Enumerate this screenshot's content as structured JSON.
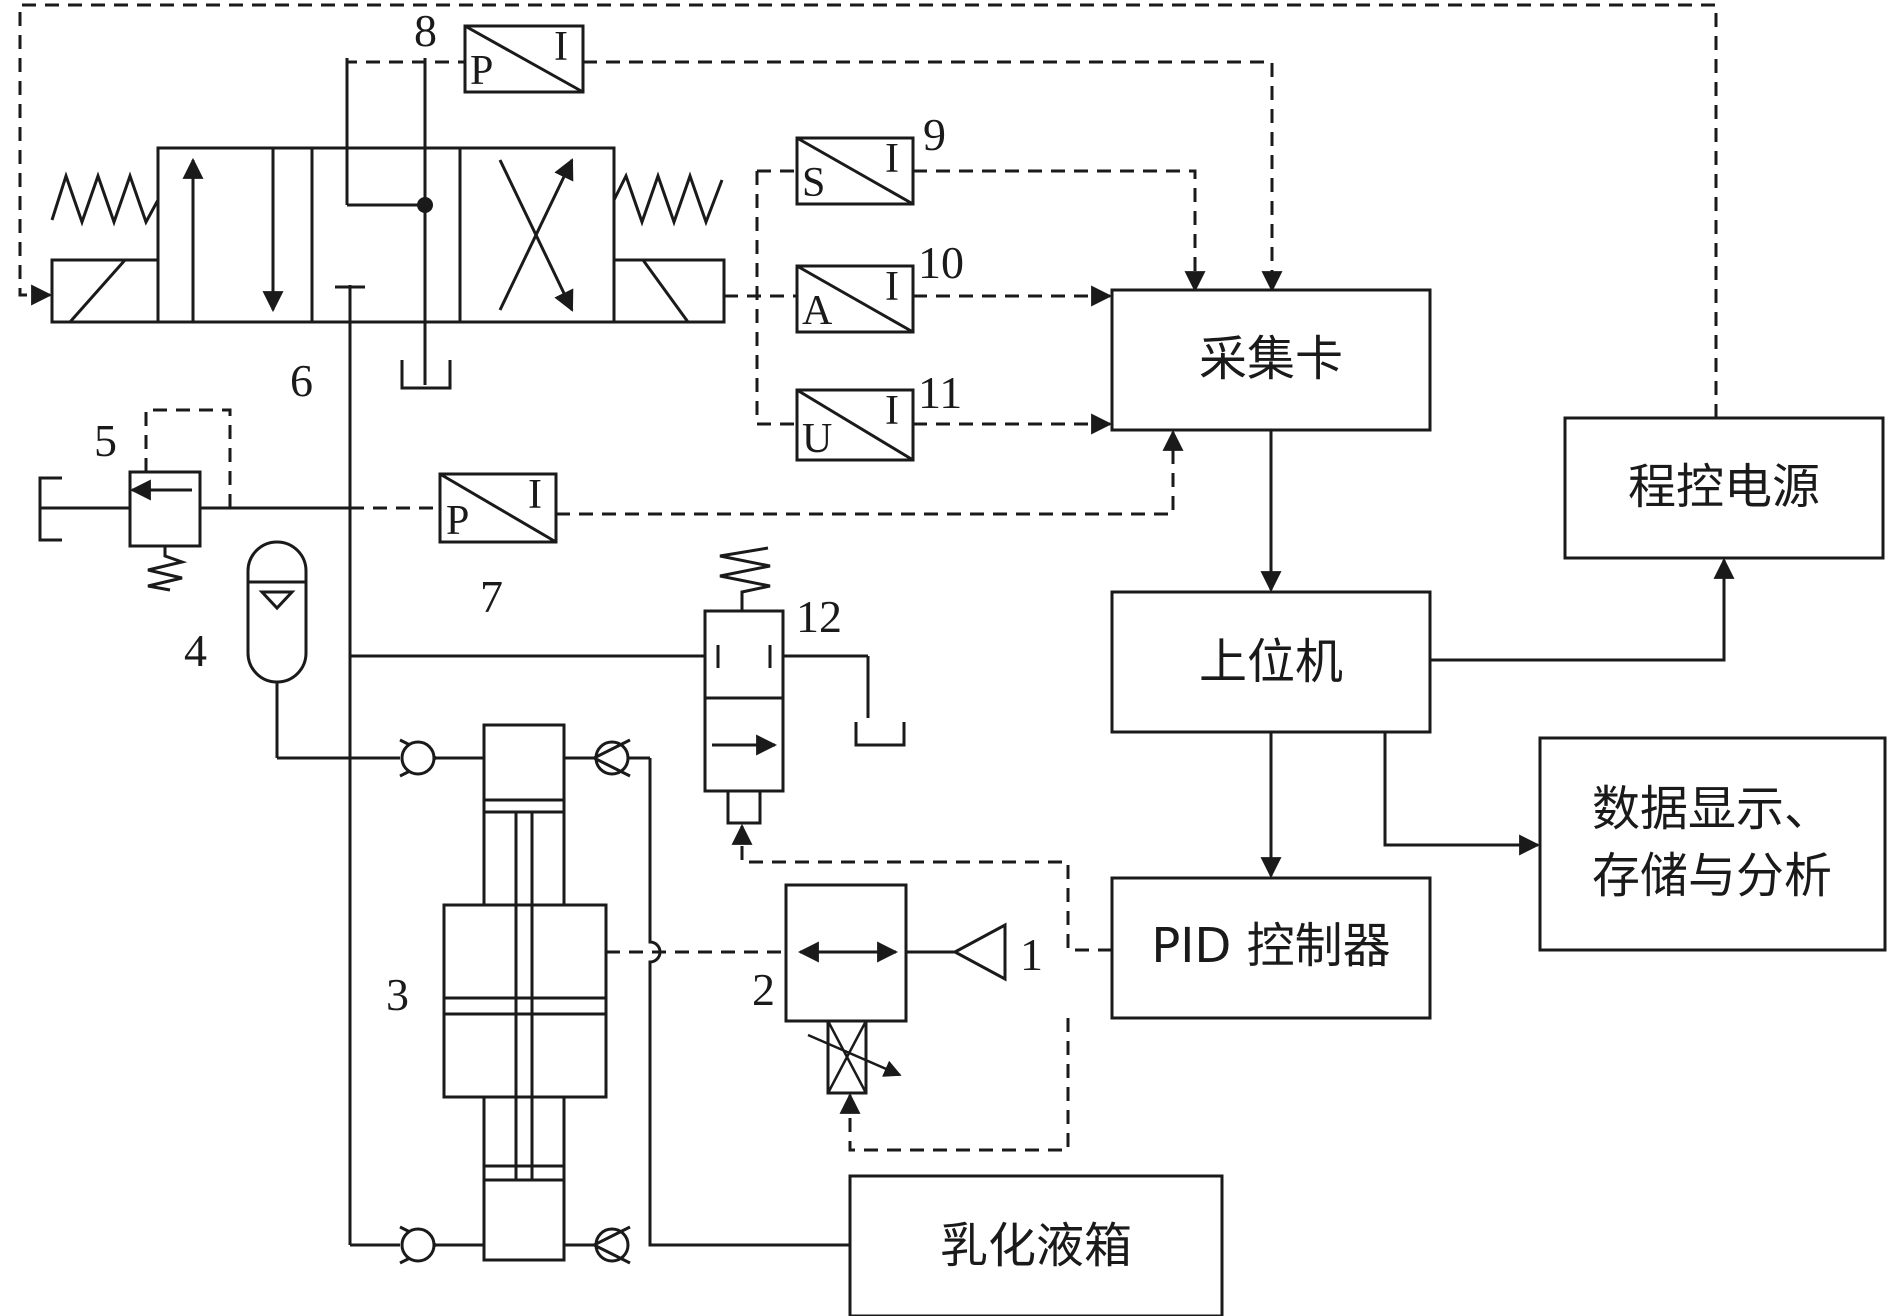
{
  "blocks": {
    "daq_card": "采集卡",
    "host_pc": "上位机",
    "pid_controller": "PID 控制器",
    "programmable_power": "程控电源",
    "data_display_line1": "数据显示、",
    "data_display_line2": "存储与分析",
    "emulsion_tank": "乳化液箱"
  },
  "component_numbers": {
    "n1": "1",
    "n2": "2",
    "n3": "3",
    "n4": "4",
    "n5": "5",
    "n6": "6",
    "n7": "7",
    "n8": "8",
    "n9": "9",
    "n10": "10",
    "n11": "11",
    "n12": "12"
  },
  "transducers": {
    "pi_top": {
      "in": "P",
      "out": "I"
    },
    "pi_mid": {
      "in": "P",
      "out": "I"
    },
    "si": {
      "in": "S",
      "out": "I"
    },
    "ai": {
      "in": "A",
      "out": "I"
    },
    "ui": {
      "in": "U",
      "out": "I"
    }
  }
}
